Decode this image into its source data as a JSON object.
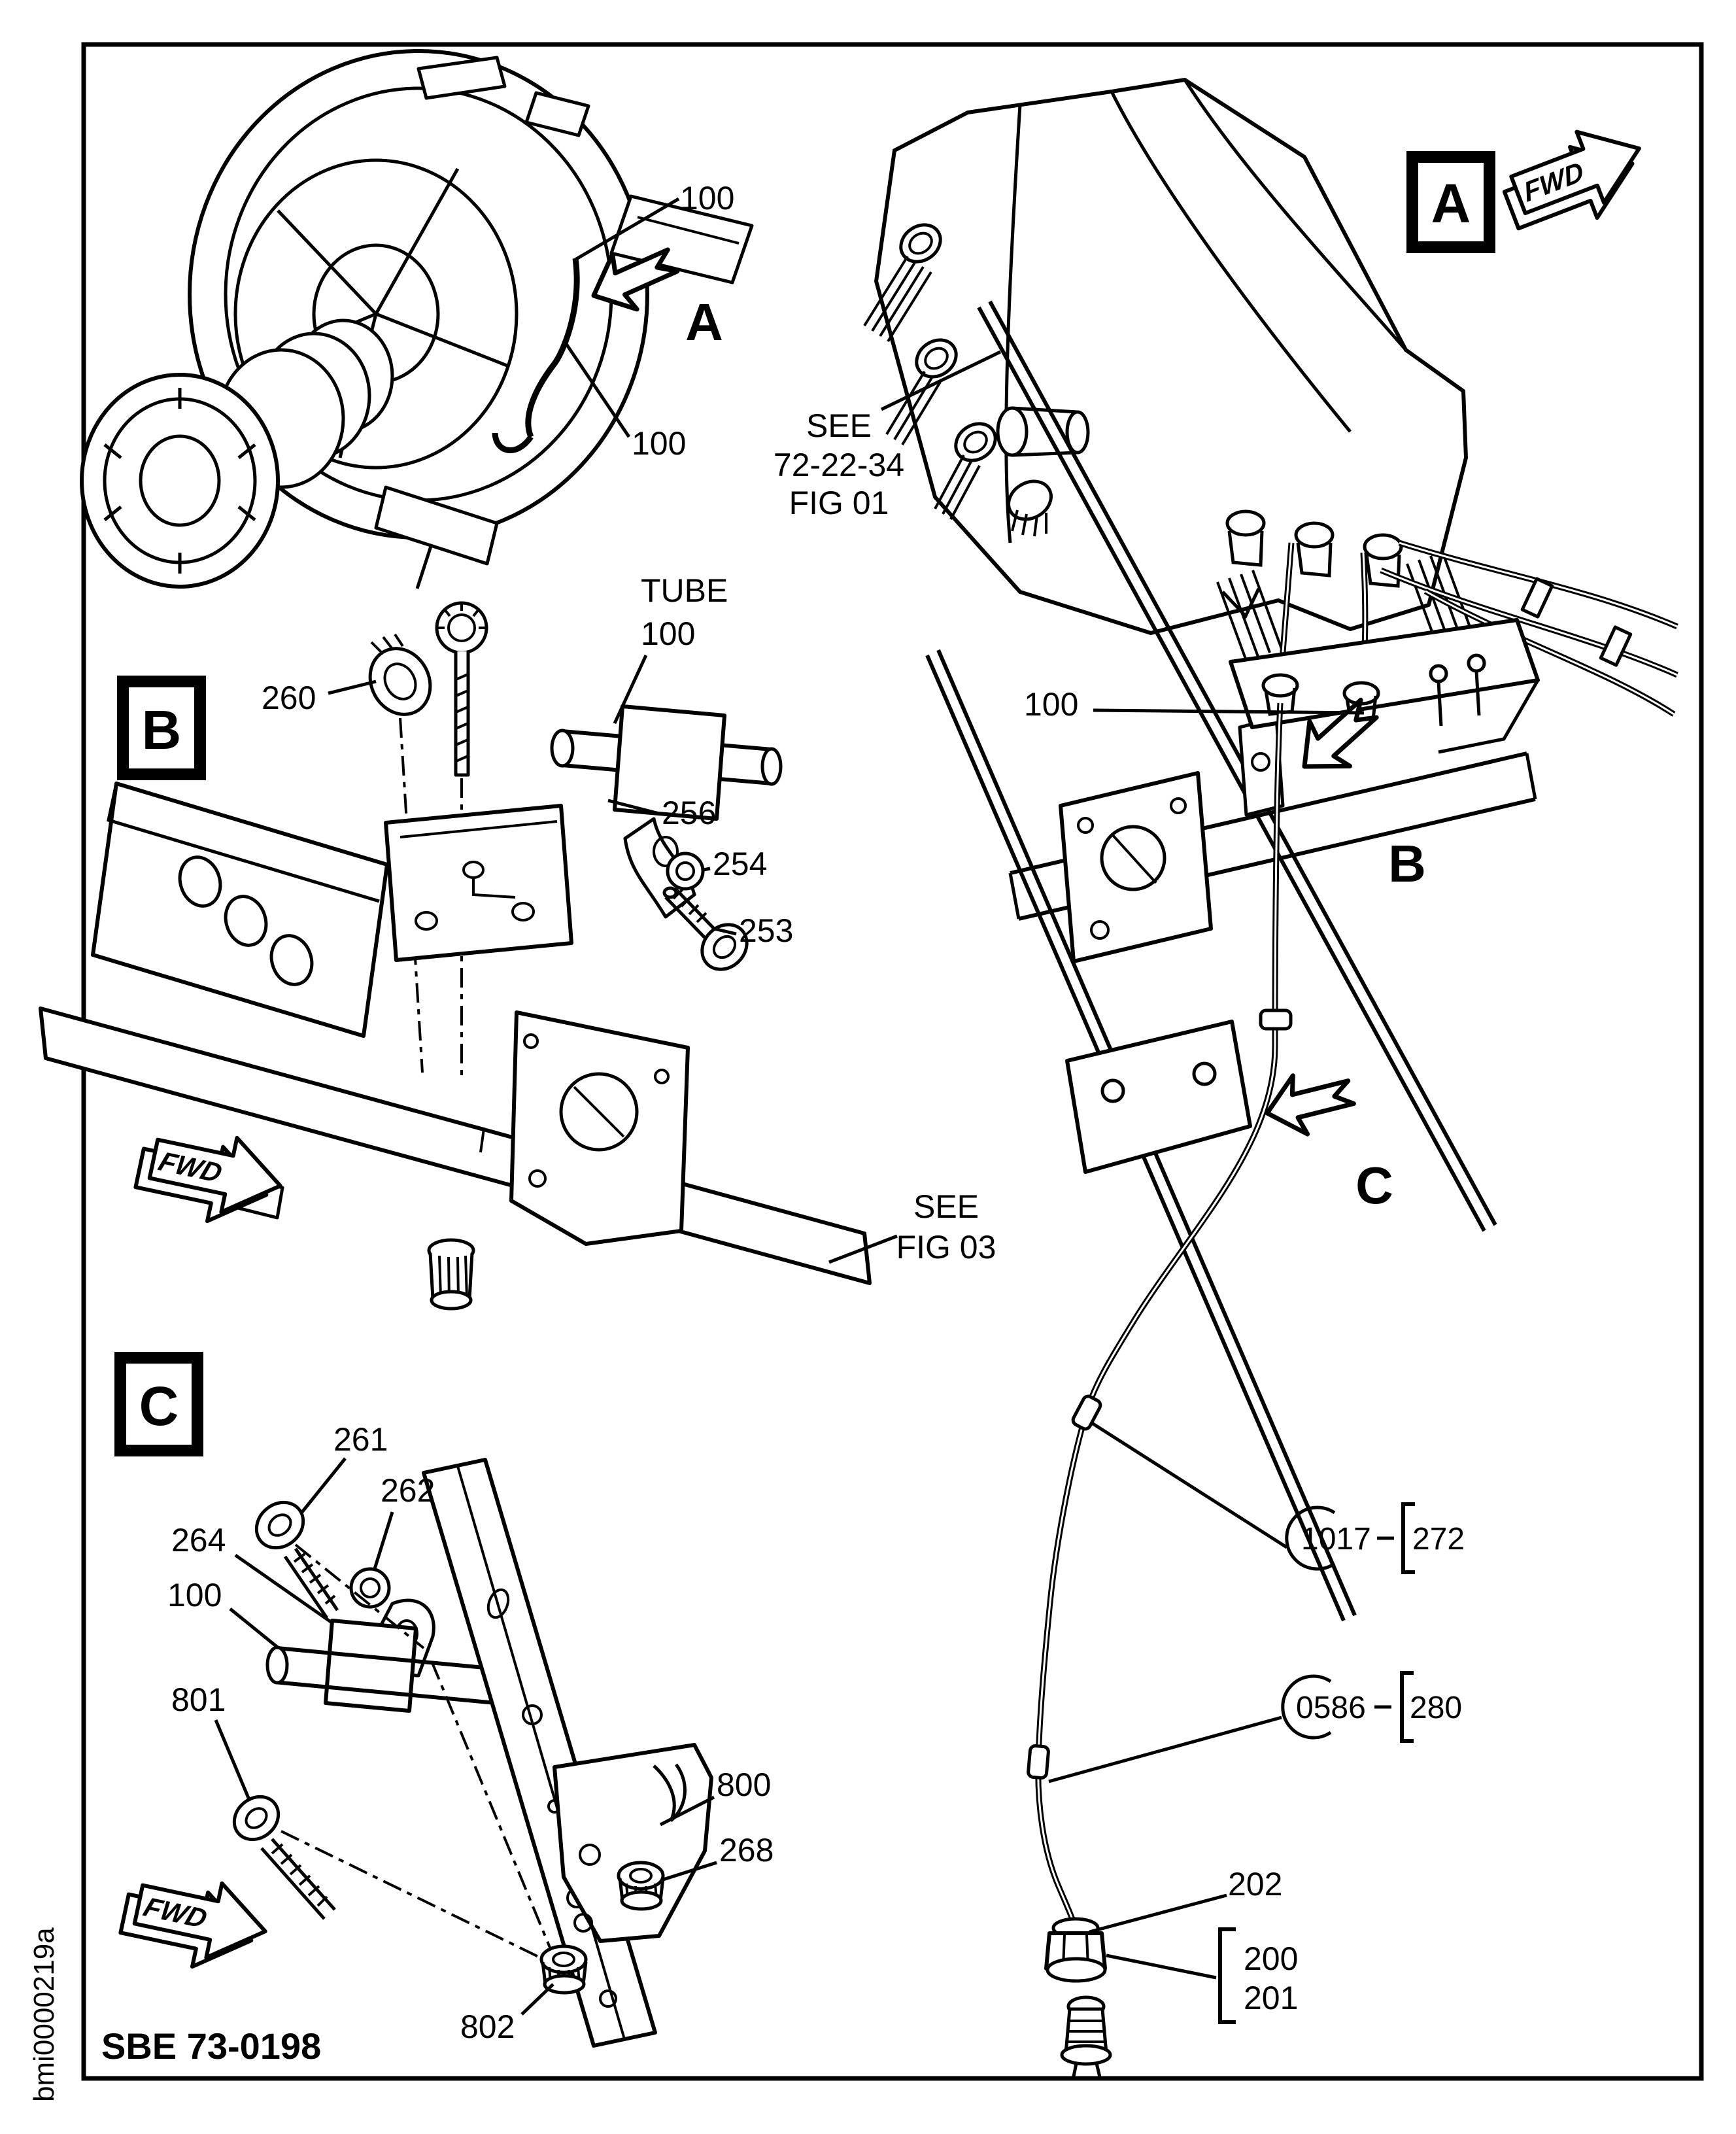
{
  "page": {
    "figure_code": "SBE 73-0198",
    "margin_code": "bmi0000219a"
  },
  "markers": {
    "box_a": "A",
    "box_b": "B",
    "box_c": "C",
    "arrow_a": "A",
    "arrow_b": "B",
    "arrow_c": "C",
    "fwd": "FWD"
  },
  "references": {
    "fig01_line1": "SEE",
    "fig01_line2": "72-22-34",
    "fig01_line3": "FIG 01",
    "fig03_line1": "SEE",
    "fig03_line2": "FIG 03",
    "tube_line1": "TUBE",
    "tube_line2": "100"
  },
  "callouts": {
    "tl_100_upper": "100",
    "tl_100_lower": "100",
    "tr_100": "100",
    "b_260": "260",
    "b_256": "256",
    "b_254": "254",
    "b_253": "253",
    "c_261": "261",
    "c_262": "262",
    "c_264": "264",
    "c_100": "100",
    "c_801": "801",
    "c_800": "800",
    "c_268": "268",
    "c_802": "802",
    "r_202": "202"
  },
  "harness_refs": {
    "ref1_circle": "1017",
    "ref1_item": "272",
    "ref2_circle": "0586",
    "ref2_item": "280"
  },
  "group_items": {
    "item1": "200",
    "item2": "201"
  }
}
